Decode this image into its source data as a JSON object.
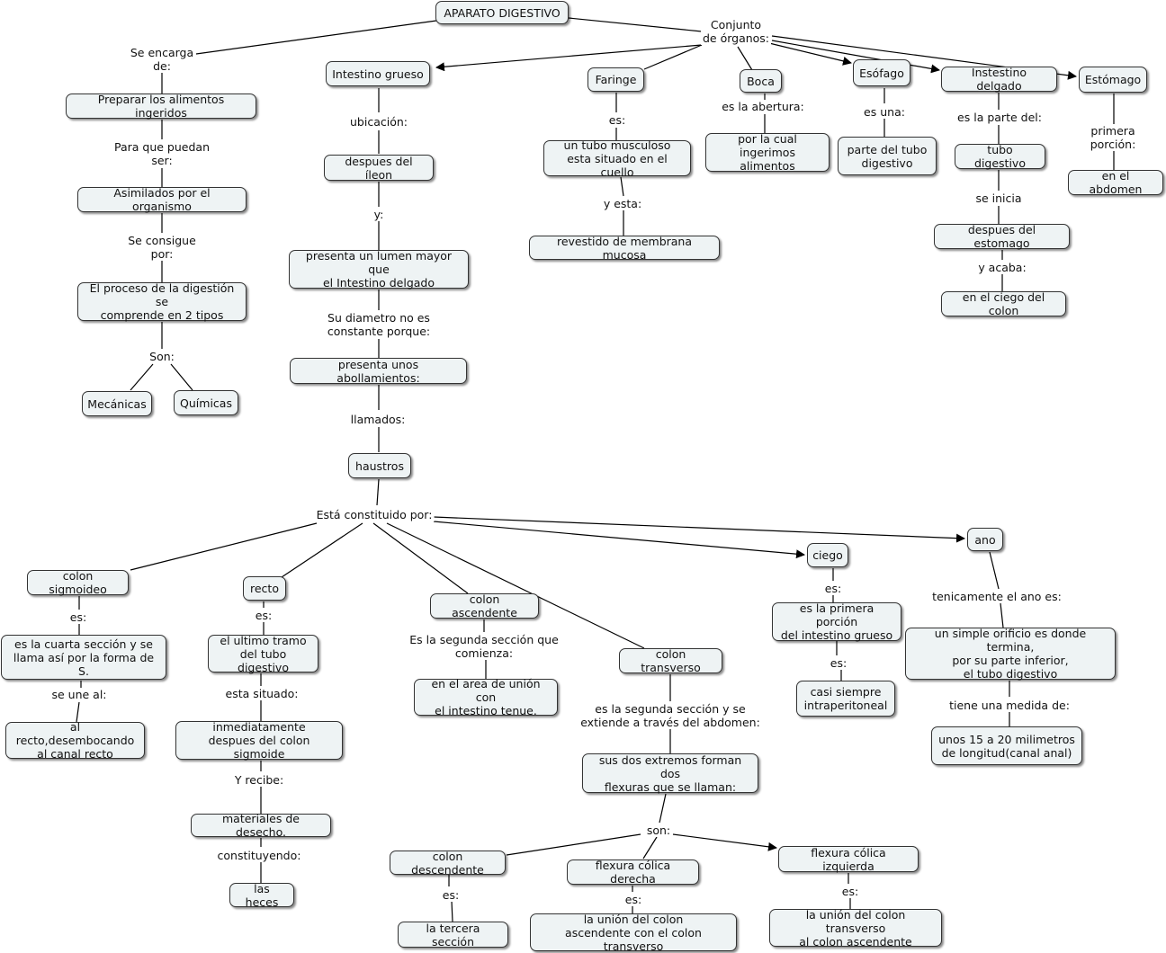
{
  "concepts": {
    "aparato": "APARATO DIGESTIVO",
    "preparar": "Preparar los alimentos ingeridos",
    "asimilados": "Asimilados por el organismo",
    "proceso": "El proceso de la digestión se\ncomprende en 2 tipos",
    "mecanicas": "Mecánicas",
    "quimicas": "Químicas",
    "intestino_grueso": "Intestino grueso",
    "despues_ileon": "despues del íleon",
    "lumen": "presenta un lumen mayor que\nel Intestino delgado",
    "abollamientos": "presenta unos abollamientos:",
    "haustros": "haustros",
    "faringe": "Faringe",
    "tubo_musculoso": "un tubo musculoso\nesta situado en el cuello",
    "membrana": "revestido de membrana mucosa",
    "boca": "Boca",
    "ingerimos": "por la cual\ningerimos alimentos",
    "esofago": "Esófago",
    "parte_tubo": "parte del tubo\ndigestivo",
    "intestino_delgado": "Instestino delgado",
    "tubo_digestivo": "tubo digestivo",
    "despues_estomago": "despues del estomago",
    "ciego_colon": "en el ciego del colon",
    "estomago": "Estómago",
    "abdomen": "en el abdomen",
    "colon_sigmoideo": "colon sigmoideo",
    "cuarta_seccion": "es la cuarta sección y se\nllama así por la forma de S.",
    "al_recto": "al recto,desembocando\nal canal recto",
    "recto": "recto",
    "ultimo_tramo": "el ultimo tramo\ndel tubo digestivo",
    "inmediatamente": "inmediatamente\ndespues del colon sigmoide",
    "materiales": "materiales de desecho.",
    "heces": "las heces",
    "colon_ascendente": "colon ascendente",
    "area_union": "en el area de unión con\nel intestino tenue.",
    "colon_transverso": "colon transverso",
    "dos_extremos": "sus dos extremos forman dos\nflexuras que se llaman:",
    "colon_descendente": "colon descendente",
    "tercera": "la tercera sección",
    "flexura_derecha": "flexura cólica derecha",
    "union_colon": "la unión del colon\nascendente con el colon transverso",
    "flexura_izquierda": "flexura cólica izquierda",
    "union_transverso": "la unión del colon transverso\nal colon ascendente",
    "ciego": "ciego",
    "primera_porcion_ig": "es la primera porción\ndel intestino grueso",
    "intraperitoneal": "casi siempre\nintraperitoneal",
    "ano": "ano",
    "orificio": "un simple orificio es donde termina,\npor su parte inferior,\nel tubo digestivo",
    "milimetros": "unos 15 a 20 milimetros\nde longitud(canal anal)"
  },
  "links": {
    "se_encarga": "Se encarga\nde:",
    "conjunto": "Conjunto\nde órganos:",
    "para_que": "Para que puedan\nser:",
    "se_consigue": "Se consigue\npor:",
    "son1": "Son:",
    "ubicacion": "ubicación:",
    "y": "y:",
    "diametro": "Su diametro no es\nconstante porque:",
    "llamados": "llamados:",
    "constituido": "Está constituido por:",
    "es_faringe": "es:",
    "y_esta": "y esta:",
    "abertura": "es la abertura:",
    "es_una": "es una:",
    "parte_del": "es la parte del:",
    "se_inicia": "se inicia",
    "y_acaba": "y acaba:",
    "primera_porcion": "primera porción:",
    "es_sigmoideo": "es:",
    "se_une": "se une al:",
    "es_recto": "es:",
    "esta_situado": "esta situado:",
    "y_recibe": "Y recibe:",
    "constituyendo": "constituyendo:",
    "segunda_comienza": "Es la segunda sección que\ncomienza:",
    "segunda_extiende": "es la segunda sección y se\nextiende a través del abdomen:",
    "son2": "son:",
    "es_descendente": "es:",
    "es_derecha": "es:",
    "es_izquierda": "es:",
    "es_ciego": "es:",
    "es_ciego2": "es:",
    "tecnicamente": "tenicamente el ano es:",
    "medida": "tiene una medida de:"
  }
}
